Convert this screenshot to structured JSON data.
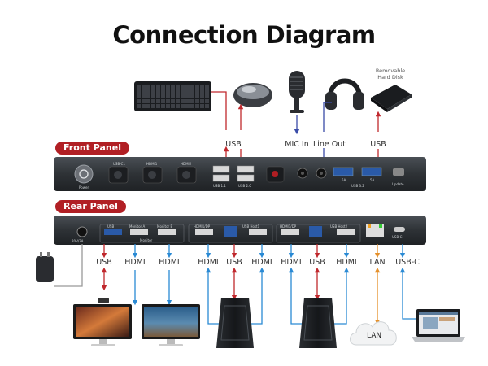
{
  "title": "Connection Diagram",
  "front_panel": {
    "label": "Front Panel",
    "port_labels": [
      "USB",
      "MIC In",
      "Line Out",
      "USB"
    ],
    "silkscreen": [
      "Power",
      "USB-C1",
      "HDMI1",
      "HDMI2",
      "USB 1.1",
      "USB 2.0",
      "5A",
      "5A",
      "USB 3.2",
      "Update"
    ]
  },
  "rear_panel": {
    "label": "Rear Panel",
    "port_labels": [
      "USB",
      "HDMI",
      "HDMI",
      "HDMI",
      "USB",
      "HDMI",
      "HDMI",
      "USB",
      "HDMI",
      "LAN",
      "USB-C"
    ],
    "silkscreen": [
      "20V/3A",
      "USB",
      "Monitor A",
      "Monitor B",
      "HDMI1/DP",
      "USB Host1",
      "HDMI1/DP",
      "USB Host2",
      "USB-C",
      "Monitor"
    ]
  },
  "devices": {
    "removable_disk": "Removable Hard Disk",
    "lan_cloud": "LAN"
  },
  "colors": {
    "usb_red": "#c0282d",
    "hdmi_blue": "#2a8ad4",
    "audio_blue": "#3a4ca8",
    "lan_orange": "#e5902a",
    "panel_dark": "#2e3236"
  }
}
